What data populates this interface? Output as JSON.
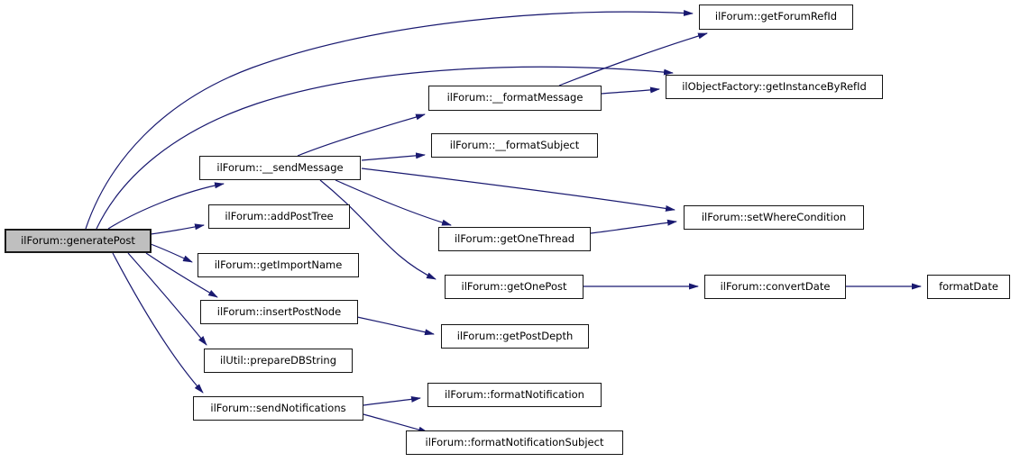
{
  "diagram": {
    "type": "doxygen-call-graph",
    "background": "#ffffff",
    "edge_color": "#191970",
    "root_fill": "#bfbfbf",
    "node_fill": "#ffffff",
    "node_border": "#000000",
    "nodes": {
      "generate_post": {
        "label": "ilForum::generatePost",
        "root": true
      },
      "send_message": {
        "label": "ilForum::__sendMessage"
      },
      "add_post_tree": {
        "label": "ilForum::addPostTree"
      },
      "get_import_name": {
        "label": "ilForum::getImportName"
      },
      "insert_post_node": {
        "label": "ilForum::insertPostNode"
      },
      "prepare_db_string": {
        "label": "ilUtil::prepareDBString"
      },
      "send_notifications": {
        "label": "ilForum::sendNotifications"
      },
      "format_message": {
        "label": "ilForum::__formatMessage"
      },
      "format_subject": {
        "label": "ilForum::__formatSubject"
      },
      "get_one_thread": {
        "label": "ilForum::getOneThread"
      },
      "get_one_post": {
        "label": "ilForum::getOnePost"
      },
      "get_post_depth": {
        "label": "ilForum::getPostDepth"
      },
      "format_notification": {
        "label": "ilForum::formatNotification"
      },
      "format_notification_subject": {
        "label": "ilForum::formatNotificationSubject"
      },
      "get_forum_ref_id": {
        "label": "ilForum::getForumRefId"
      },
      "get_instance_by_ref_id": {
        "label": "ilObjectFactory::getInstanceByRefId"
      },
      "set_where_condition": {
        "label": "ilForum::setWhereCondition"
      },
      "convert_date": {
        "label": "ilForum::convertDate"
      },
      "format_date": {
        "label": "formatDate"
      }
    },
    "edges": [
      {
        "from": "generate_post",
        "to": "get_forum_ref_id"
      },
      {
        "from": "generate_post",
        "to": "get_instance_by_ref_id"
      },
      {
        "from": "generate_post",
        "to": "send_message"
      },
      {
        "from": "generate_post",
        "to": "add_post_tree"
      },
      {
        "from": "generate_post",
        "to": "get_import_name"
      },
      {
        "from": "generate_post",
        "to": "insert_post_node"
      },
      {
        "from": "generate_post",
        "to": "prepare_db_string"
      },
      {
        "from": "generate_post",
        "to": "send_notifications"
      },
      {
        "from": "send_message",
        "to": "format_message"
      },
      {
        "from": "send_message",
        "to": "format_subject"
      },
      {
        "from": "send_message",
        "to": "set_where_condition"
      },
      {
        "from": "send_message",
        "to": "get_one_thread"
      },
      {
        "from": "send_message",
        "to": "get_one_post"
      },
      {
        "from": "format_message",
        "to": "get_forum_ref_id"
      },
      {
        "from": "format_message",
        "to": "get_instance_by_ref_id"
      },
      {
        "from": "get_one_thread",
        "to": "set_where_condition"
      },
      {
        "from": "get_one_post",
        "to": "convert_date"
      },
      {
        "from": "convert_date",
        "to": "format_date"
      },
      {
        "from": "insert_post_node",
        "to": "get_post_depth"
      },
      {
        "from": "send_notifications",
        "to": "format_notification"
      },
      {
        "from": "send_notifications",
        "to": "format_notification_subject"
      }
    ]
  }
}
